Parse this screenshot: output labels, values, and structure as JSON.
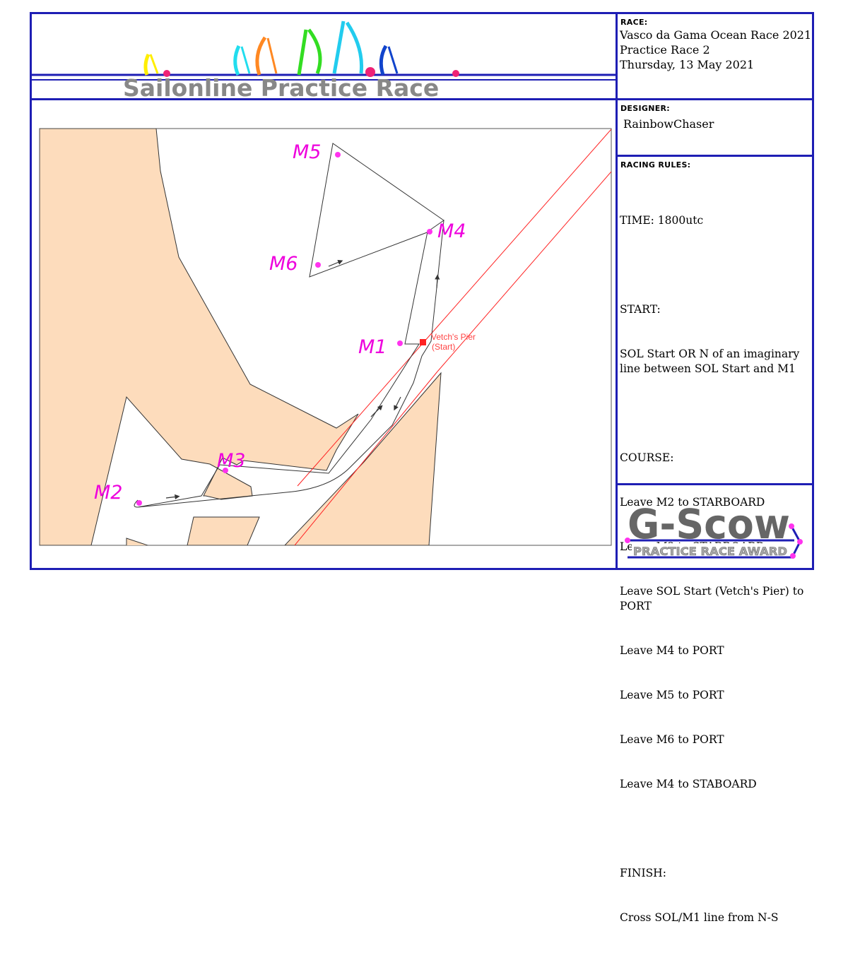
{
  "banner": {
    "title": "Sailonline Practice Race"
  },
  "race_panel": {
    "label": "RACE:",
    "line1": "Vasco da Gama Ocean Race 2021",
    "line2": "Practice Race 2",
    "line3": "Thursday, 13 May 2021"
  },
  "designer_panel": {
    "label": "DESIGNER:",
    "name": "RainbowChaser"
  },
  "rules_panel": {
    "label": "RACING RULES:",
    "time": "TIME: 1800utc",
    "start_heading": "START:",
    "start_text": "SOL Start OR N of an imaginary line between SOL Start and M1",
    "course_heading": "COURSE:",
    "course_items": [
      "Leave M2 to STARBOARD",
      "Leave M3 to STARBOARD",
      "Leave SOL Start (Vetch's Pier) to PORT",
      "Leave M4 to PORT",
      "Leave M5 to PORT",
      "Leave M6 to PORT",
      "Leave M4 to STABOARD"
    ],
    "finish_heading": "FINISH:",
    "finish_text": "Cross SOL/M1 line from N-S"
  },
  "award": {
    "logo_text": "G-Scow",
    "subtitle": "PRACTICE RACE AWARD"
  },
  "map": {
    "marks": {
      "m1": "M1",
      "m2": "M2",
      "m3": "M3",
      "m4": "M4",
      "m5": "M5",
      "m6": "M6"
    },
    "start_label_1": "Vetch's Pier",
    "start_label_2": "(Start)",
    "colors": {
      "land": "#fddcbc",
      "water": "#ffffff",
      "mark": "#ff33ee",
      "mark_label": "#ee00dd",
      "start": "#ff2222",
      "border": "#1e1eb4",
      "course": "#333333"
    }
  }
}
